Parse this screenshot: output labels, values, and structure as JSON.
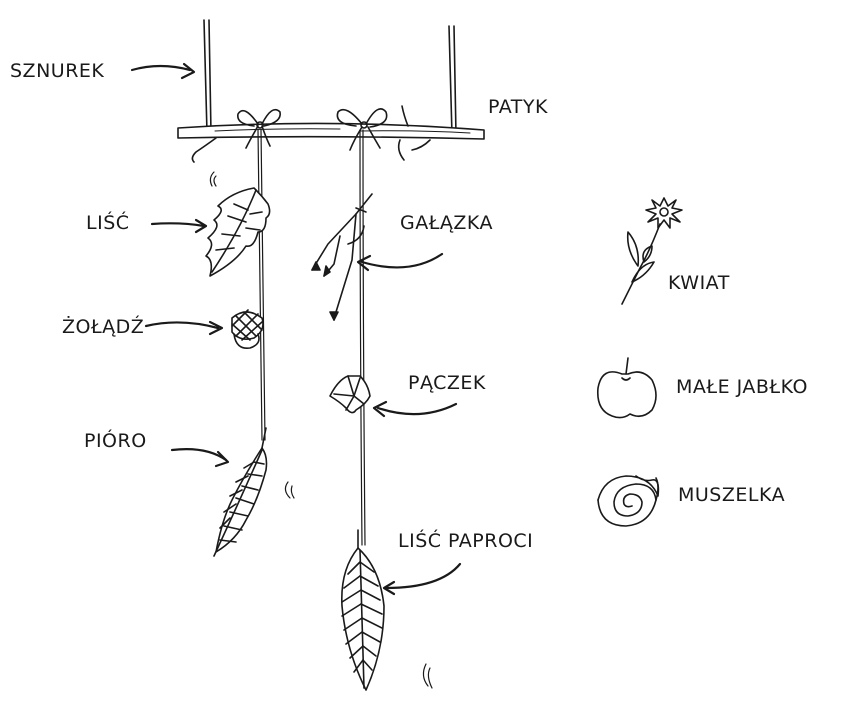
{
  "labels": {
    "string": "SZNUREK",
    "stick": "PATYK",
    "leaf": "LIŚĆ",
    "acorn": "ŻOŁĄDŹ",
    "feather": "PIÓRO",
    "twig": "GAŁĄZKA",
    "bud": "PĄCZEK",
    "fern_leaf": "LIŚĆ PAPROCI",
    "flower": "KWIAT",
    "small_apple": "MAŁE JABŁKO",
    "shell": "MUSZELKA"
  },
  "colors": {
    "ink": "#1a1a1a",
    "paper": "#ffffff"
  }
}
